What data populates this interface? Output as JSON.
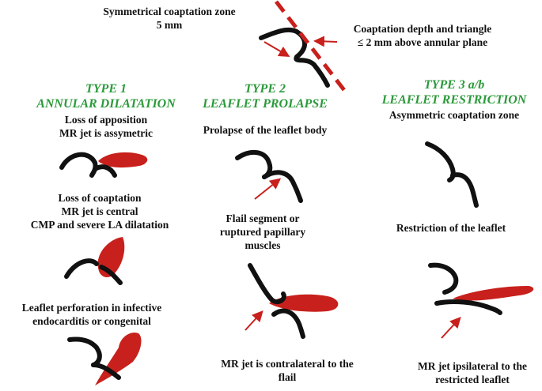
{
  "colors": {
    "leaflet": "#111111",
    "jet": "#c8201c",
    "title": "#2b9a3a",
    "text": "#111111"
  },
  "top": {
    "label": [
      "Symmetrical coaptation zone",
      "5 mm"
    ],
    "depth_label": [
      "Coaptation depth and triangle",
      "≤ 2 mm above annular plane"
    ]
  },
  "columns": [
    {
      "title": [
        "TYPE 1",
        "ANNULAR DILATATION"
      ],
      "captions": [
        [
          "Loss of apposition",
          "MR jet is assymetric"
        ],
        [
          "Loss of coaptation",
          "MR jet is central",
          "CMP and severe LA dilatation"
        ],
        [
          "Leaflet perforation in infective",
          "endocarditis or congenital"
        ]
      ]
    },
    {
      "title": [
        "TYPE 2",
        "LEAFLET PROLAPSE"
      ],
      "captions": [
        [
          "Prolapse of the leaflet body"
        ],
        [
          "Flail segment or",
          "ruptured papillary",
          "muscles"
        ],
        [
          "MR jet is contralateral to the",
          "flail"
        ]
      ]
    },
    {
      "title": [
        "TYPE 3 a/b",
        "LEAFLET RESTRICTION"
      ],
      "captions": [
        [
          "Asymmetric coaptation zone"
        ],
        [
          "Restriction of the leaflet"
        ],
        [
          "MR jet ipsilateral to the",
          "restricted leaflet"
        ]
      ]
    }
  ]
}
